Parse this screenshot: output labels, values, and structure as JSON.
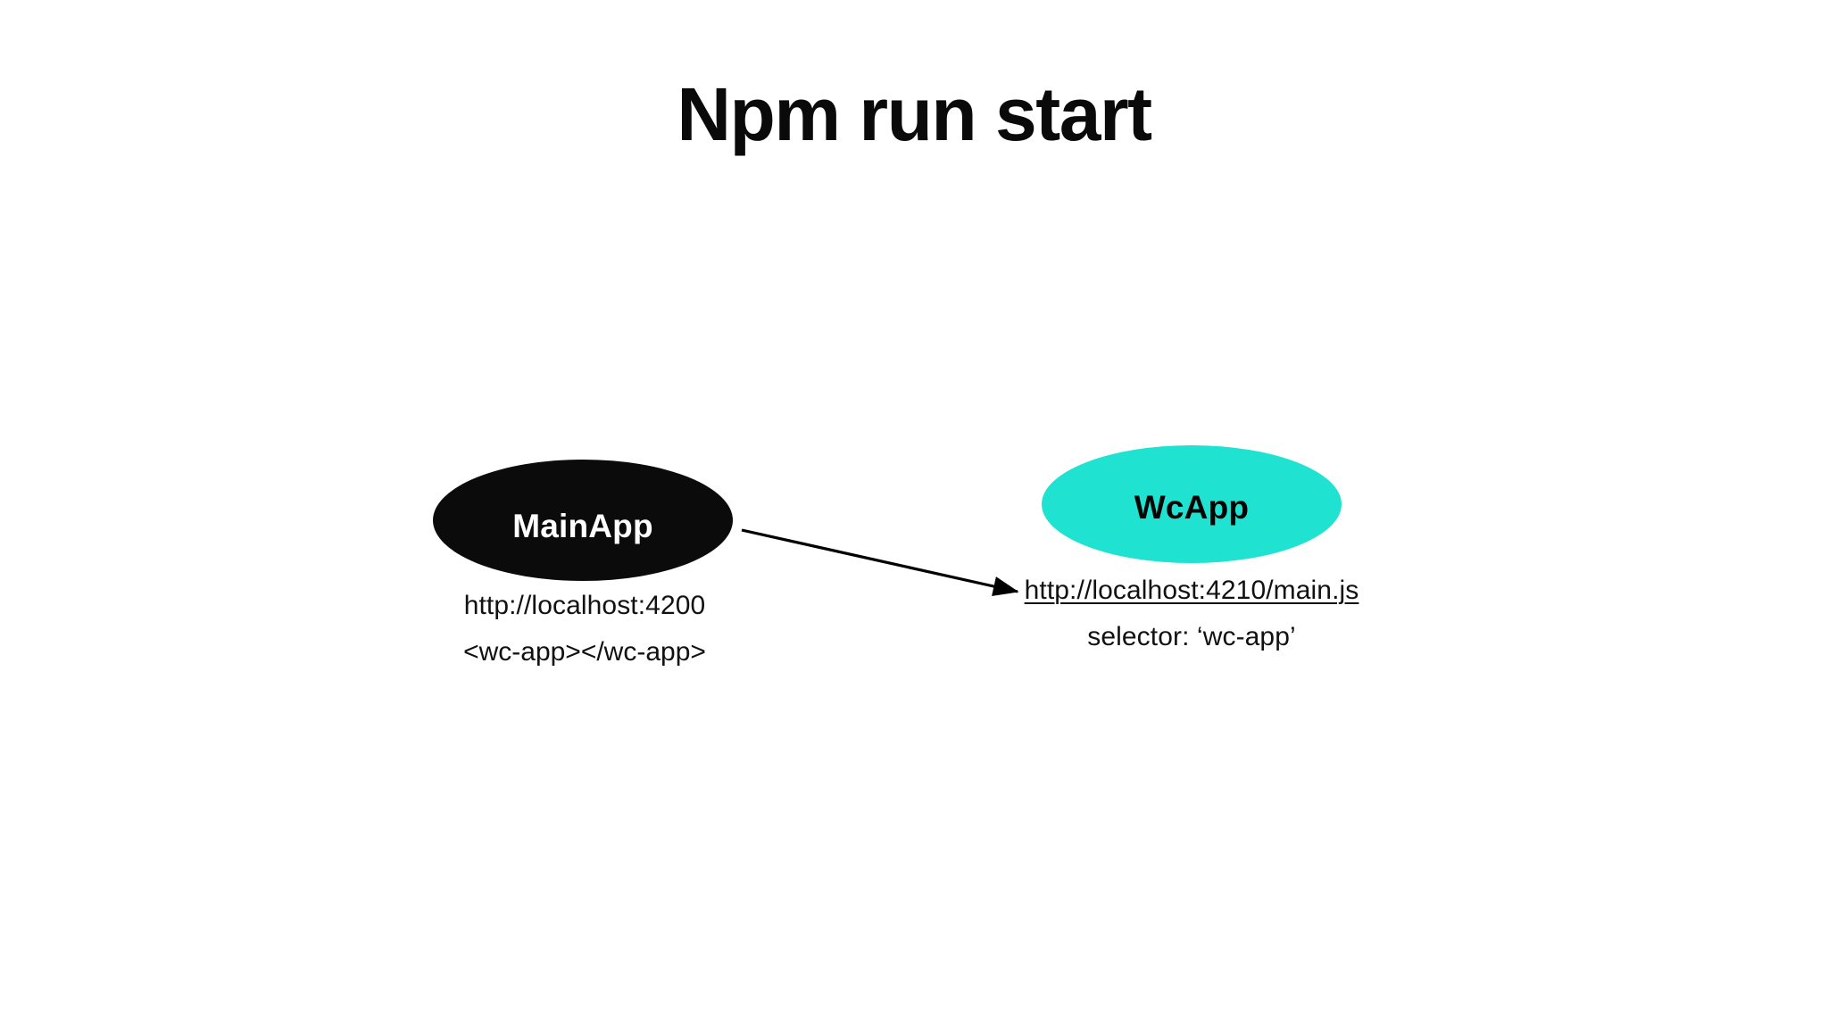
{
  "slide": {
    "title": "Npm run start",
    "background_color": "#ffffff"
  },
  "diagram": {
    "type": "node-arrow-diagram",
    "nodes": [
      {
        "id": "mainapp",
        "label": "MainApp",
        "shape": "ellipse",
        "fill_color": "#0b0b0b",
        "text_color": "#ffffff",
        "captions": [
          "http://localhost:4200",
          "<wc-app></wc-app>"
        ]
      },
      {
        "id": "wcapp",
        "label": "WcApp",
        "shape": "ellipse",
        "fill_color": "#1fe3d0",
        "text_color": "#050505",
        "captions": [
          "http://localhost:4210/main.js",
          "selector: ‘wc-app’"
        ]
      }
    ],
    "edges": [
      {
        "id": "mainapp-to-wcapp",
        "from": "mainapp",
        "to": "wcapp-url",
        "style": "solid-arrow",
        "color": "#000000",
        "label": ""
      }
    ]
  },
  "labels": {
    "main_url": "http://localhost:4200",
    "main_tag": "<wc-app></wc-app>",
    "wc_url": "http://localhost:4210/main.js",
    "wc_selector": "selector: ‘wc-app’",
    "mainapp_node": "MainApp",
    "wcapp_node": "WcApp"
  }
}
